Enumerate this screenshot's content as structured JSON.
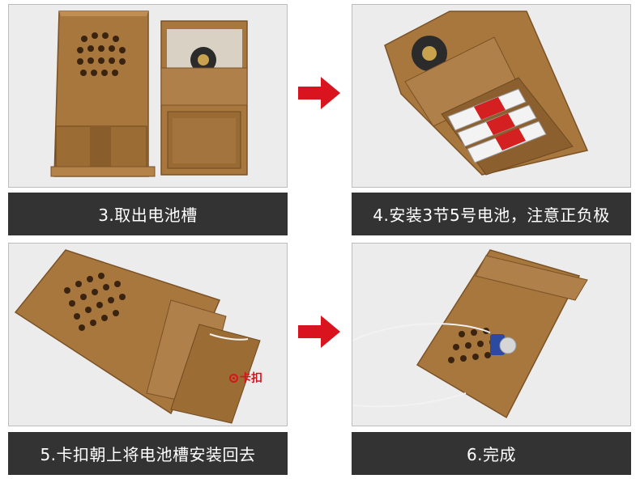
{
  "captions": {
    "step3": "3.取出电池槽",
    "step4": "4.安装3节5号电池，注意正负极",
    "step5": "5.卡扣朝上将电池槽安装回去",
    "step6": "6.完成"
  },
  "annotation": {
    "clip_label": "卡扣"
  },
  "colors": {
    "case": "#a8773d",
    "caption_bg": "#333333",
    "arrow": "#d9141e",
    "annotation": "#d8141a"
  }
}
